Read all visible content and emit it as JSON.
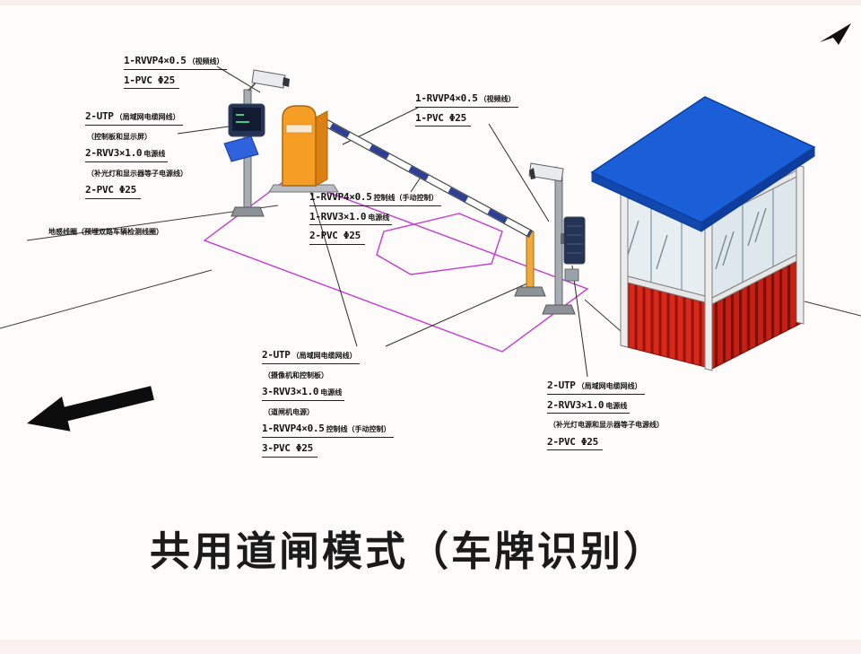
{
  "title": "共用道闸模式（车牌识别）",
  "colors": {
    "roof_blue": "#1a5fd8",
    "wall_red": "#d8291b",
    "machine_orange": "#f59d24",
    "arm_blue": "#2e3f96",
    "loop_magenta": "#c43bd0"
  },
  "labels": {
    "cam_left": [
      {
        "main": "1-RVVP4×0.5",
        "note": "（视频线）"
      },
      {
        "main": "1-PVC Φ25",
        "note": ""
      }
    ],
    "net_left": [
      {
        "main": "2-UTP",
        "note": "（局域网电缆网线）"
      },
      {
        "main": "",
        "note": "（控制板和显示屏）"
      },
      {
        "main": "2-RVV3×1.0",
        "note": "电源线"
      },
      {
        "main": "",
        "note": "（补光灯和显示器等子电源线）"
      },
      {
        "main": "2-PVC Φ25",
        "note": ""
      }
    ],
    "ground_loop": [
      {
        "main": "",
        "note": "地感线圈（预埋双路车辆检测线圈）"
      }
    ],
    "barrier_ctl": [
      {
        "main": "1-RVVP4×0.5",
        "note": "控制线（手动控制）"
      },
      {
        "main": "1-RVV3×1.0",
        "note": "电源线"
      },
      {
        "main": "2-PVC Φ25",
        "note": ""
      }
    ],
    "cam_right": [
      {
        "main": "1-RVVP4×0.5",
        "note": "（视频线）"
      },
      {
        "main": "1-PVC Φ25",
        "note": ""
      }
    ],
    "net_mid": [
      {
        "main": "2-UTP",
        "note": "（局域网电缆网线）"
      },
      {
        "main": "",
        "note": "（摄像机和控制板）"
      },
      {
        "main": "3-RVV3×1.0",
        "note": "电源线"
      },
      {
        "main": "",
        "note": "（道闸机电源）"
      },
      {
        "main": "1-RVVP4×0.5",
        "note": "控制线（手动控制）"
      },
      {
        "main": "3-PVC Φ25",
        "note": ""
      }
    ],
    "net_right": [
      {
        "main": "2-UTP",
        "note": "（局域网电缆网线）"
      },
      {
        "main": "2-RVV3×1.0",
        "note": "电源线"
      },
      {
        "main": "",
        "note": "（补光灯电源和显示器等子电源线）"
      },
      {
        "main": "2-PVC Φ25",
        "note": ""
      }
    ]
  }
}
